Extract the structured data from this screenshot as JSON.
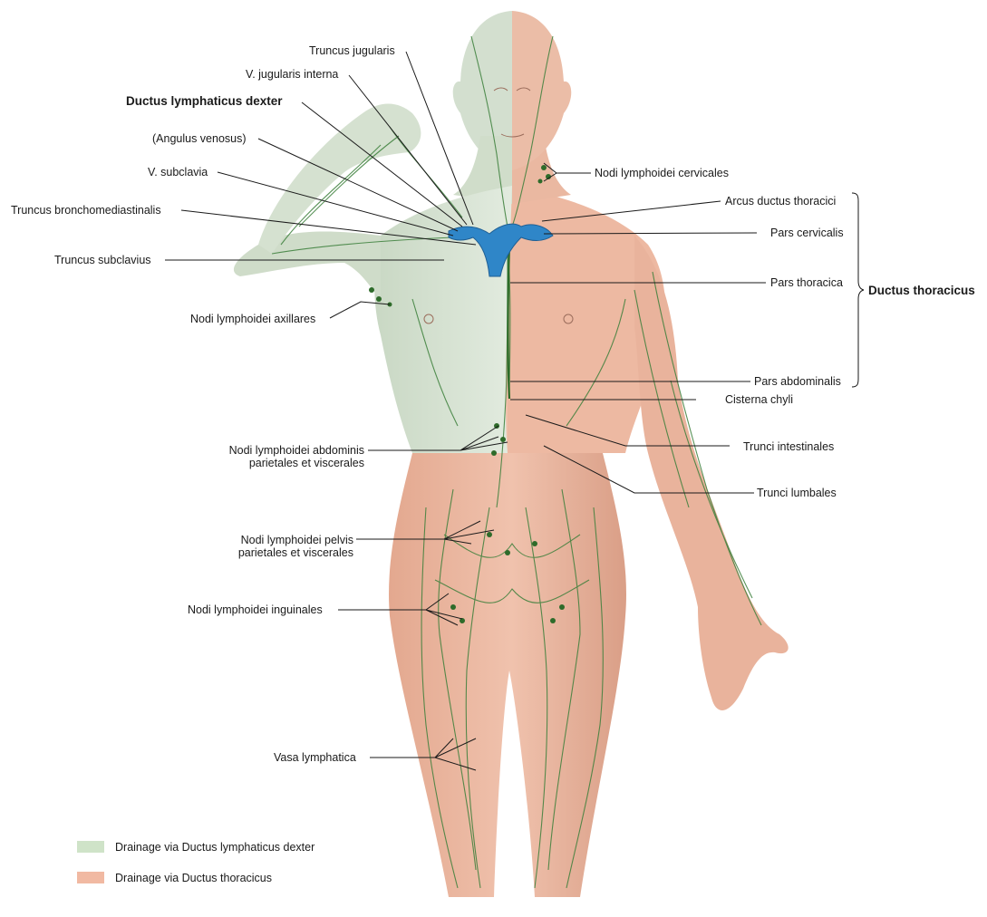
{
  "labels": {
    "truncus_jugularis": "Truncus jugularis",
    "v_jugularis_interna": "V. jugularis interna",
    "ductus_lymphaticus_dexter": "Ductus lymphaticus dexter",
    "angulus_venosus": "(Angulus venosus)",
    "v_subclavia": "V. subclavia",
    "truncus_bronchomediastinalis": "Truncus bronchomediastinalis",
    "truncus_subclavius": "Truncus subclavius",
    "nodi_axillares": "Nodi lymphoidei axillares",
    "nodi_abdominis_1": "Nodi lymphoidei abdominis",
    "nodi_abdominis_2": "parietales et viscerales",
    "nodi_pelvis_1": "Nodi lymphoidei pelvis",
    "nodi_pelvis_2": "parietales et viscerales",
    "nodi_inguinales": "Nodi lymphoidei inguinales",
    "vasa_lymphatica": "Vasa lymphatica",
    "nodi_cervicales": "Nodi lymphoidei cervicales",
    "arcus_ductus_thoracici": "Arcus ductus thoracici",
    "pars_cervicalis": "Pars cervicalis",
    "pars_thoracica": "Pars thoracica",
    "pars_abdominalis": "Pars abdominalis",
    "ductus_thoracicus": "Ductus thoracicus",
    "cisterna_chyli": "Cisterna chyli",
    "trunci_intestinales": "Trunci intestinales",
    "trunci_lumbales": "Trunci lumbales"
  },
  "legend": [
    {
      "label": "Drainage via Ductus lymphaticus dexter",
      "color": "#cfe3c8"
    },
    {
      "label": "Drainage via Ductus thoracicus",
      "color": "#f1b9a2"
    }
  ],
  "colors": {
    "right_side_skin": "#d7e2d2",
    "left_side_skin": "#e8b9a3",
    "lymph_vessel": "#2e7d32",
    "vein": "#2f86c8"
  }
}
